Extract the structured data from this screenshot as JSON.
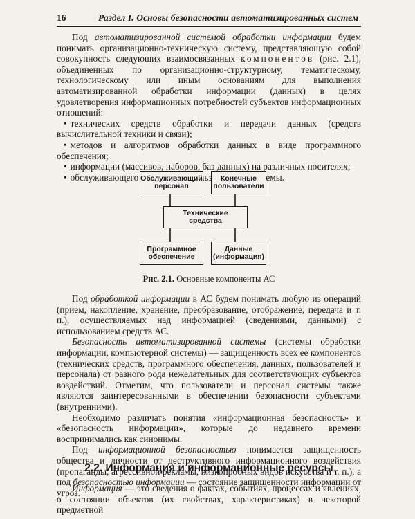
{
  "header": {
    "page_number": "16",
    "section_title": "Раздел I. Основы безопасности автоматизированных систем"
  },
  "intro": {
    "p1_a": "Под ",
    "p1_term": "автоматизированной системой обработки информации",
    "p1_b": " будем понимать организационно-техническую систему, представляющую собой совокупность следующих взаимосвязанных ",
    "p1_spaced": "компонентов",
    "p1_c": " (рис. 2.1), объединенных по организационно-структурному, тематическому, технологическому или иным основаниям для выполнения автоматизированной обработки информации (данных) в целях удовлетворения информационных потребностей субъектов информационных отношений:"
  },
  "bullets": [
    "технических средств обработки и передачи данных (средств вычислительной техники и связи);",
    "методов и алгоритмов обработки данных в виде программного обеспечения;",
    "информации (массивов, наборов, баз данных) на различных носителях;",
    "обслуживающего персонала и пользователей системы."
  ],
  "diagram": {
    "staff": "Обслуживающий\nперсонал",
    "users": "Конечные\nпользователи",
    "hardware": "Технические\nсредства",
    "software": "Программное\nобеспечение",
    "data": "Данные\n(информация)"
  },
  "caption": {
    "label": "Рис. 2.1.",
    "text": " Основные компоненты АС"
  },
  "para2": {
    "a": "Под ",
    "term": "обработкой информации",
    "b": " в АС будем понимать любую из операций (прием, накопление, хранение, преобразование, отображение, передача и т. п.), осуществляемых над информацией (сведениями, данными) с использованием средств АС."
  },
  "para3": {
    "term": "Безопасность автоматизированной системы",
    "b": " (системы обработки информации, компьютерной системы) — защищенность всех ее компонентов (технических средств, программного обеспечения, данных, пользователей и персонала) от разного рода нежелательных для соответствующих субъектов воздействий. Отметим, что пользователи и персонал системы также являются заинтересованными в обеспечении безопасности субъектами (внутренними)."
  },
  "para4": {
    "text": "Необходимо различать понятия «информационная безопасность» и «безопасность информации», которые до недавнего времени воспринимались как синонимы."
  },
  "para5": {
    "a": "Под ",
    "term": "информационной безопасностью",
    "b": " понимается защищенность общества и личности от деструктивного информационного воздействия (пропаганды, агрессивной рекламы, низкопробных видов искусства и т. п.), а под ",
    "term2": "безопасностью информации",
    "c": " — состояние защищенности информации от угроз."
  },
  "section": {
    "heading": "2.2. Информация и информационные ресурсы"
  },
  "para6": {
    "term": "Информация",
    "b": " — это сведения о фактах, событиях, процессах и явлениях, о состоянии объектов (их свойствах, характеристиках) в некоторой предметной"
  }
}
